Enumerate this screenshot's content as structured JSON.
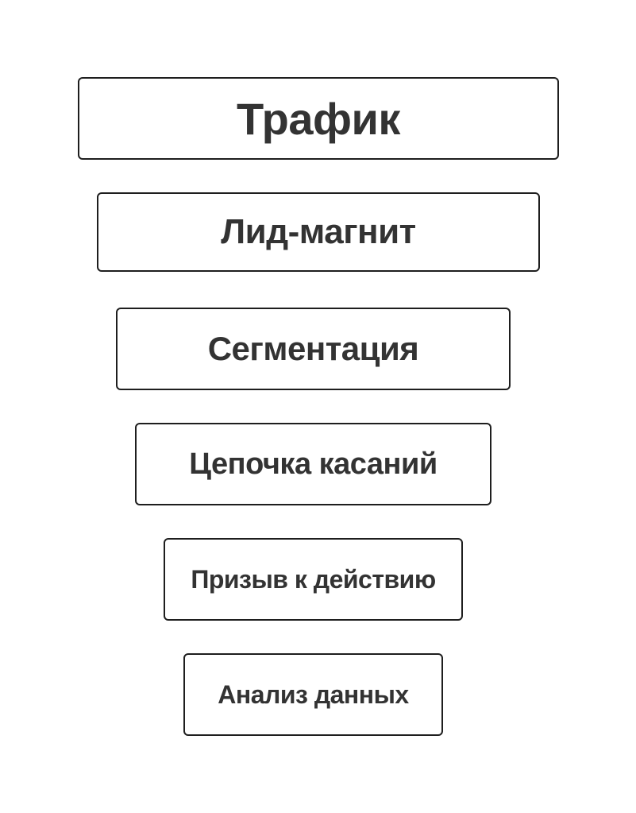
{
  "funnel": {
    "stages": [
      {
        "label": "Трафик"
      },
      {
        "label": "Лид-магнит"
      },
      {
        "label": "Сегментация"
      },
      {
        "label": "Цепочка касаний"
      },
      {
        "label": "Призыв к действию"
      },
      {
        "label": "Анализ данных"
      }
    ]
  }
}
